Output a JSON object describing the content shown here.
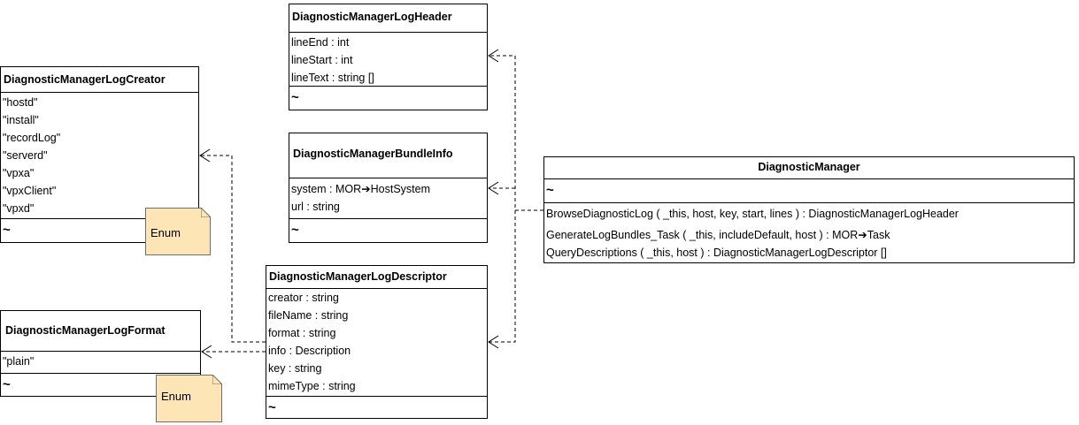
{
  "classes": {
    "log_header": {
      "name": "DiagnosticManagerLogHeader",
      "attributes": [
        "lineEnd : int",
        "lineStart : int",
        "lineText : string []"
      ],
      "ops_marker": "~"
    },
    "bundle_info": {
      "name": "DiagnosticManagerBundleInfo",
      "attributes": [
        "system : MOR➔HostSystem",
        "url : string"
      ],
      "ops_marker": "~"
    },
    "log_creator": {
      "name": "DiagnosticManagerLogCreator",
      "values": [
        "\"hostd\"",
        "\"install\"",
        "\"recordLog\"",
        "\"serverd\"",
        "\"vpxa\"",
        "\"vpxClient\"",
        "\"vpxd\""
      ],
      "ops_marker": "~"
    },
    "log_format": {
      "name": "DiagnosticManagerLogFormat",
      "values": [
        "\"plain\""
      ],
      "ops_marker": "~"
    },
    "log_descriptor": {
      "name": "DiagnosticManagerLogDescriptor",
      "attributes": [
        "creator : string",
        "fileName : string",
        "format : string",
        "info : Description",
        "key : string",
        "mimeType : string"
      ],
      "ops_marker": "~"
    },
    "manager": {
      "name": "DiagnosticManager",
      "attr_marker": "~",
      "operations": [
        "BrowseDiagnosticLog ( _this, host, key, start, lines ) : DiagnosticManagerLogHeader",
        "GenerateLogBundles_Task ( _this, includeDefault, host ) : MOR➔Task",
        "QueryDescriptions ( _this, host ) : DiagnosticManagerLogDescriptor []"
      ]
    }
  },
  "notes": {
    "creator_note": "Enum",
    "format_note": "Enum"
  },
  "colors": {
    "note_fill": "#fde5b5",
    "line": "#000000"
  }
}
